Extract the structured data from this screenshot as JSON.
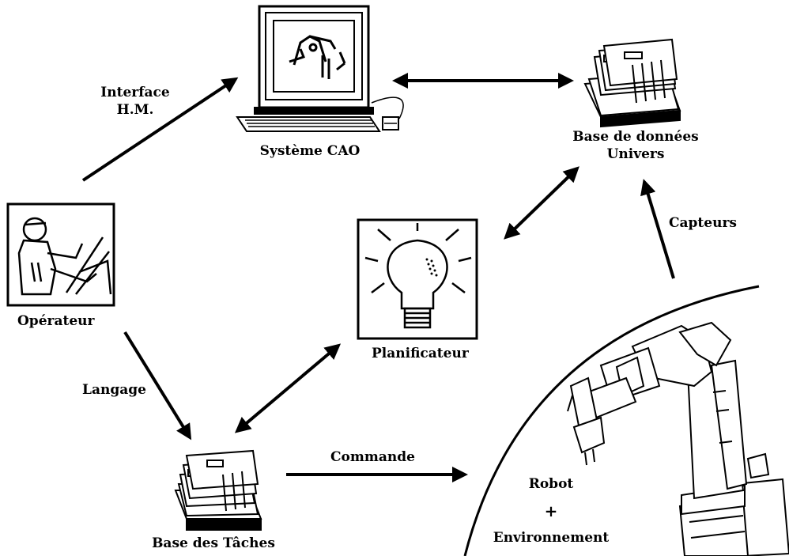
{
  "nodes": {
    "cad_system": {
      "label": "Système CAO",
      "icon": "computer-icon"
    },
    "world_database": {
      "label_line1": "Base de données",
      "label_line2": "Univers",
      "icon": "card-file-icon"
    },
    "operator": {
      "label": "Opérateur",
      "icon": "operator-icon"
    },
    "planner": {
      "label": "Planificateur",
      "icon": "lightbulb-icon"
    },
    "task_database": {
      "label": "Base des Tâches",
      "icon": "card-file-icon"
    },
    "robot_environment": {
      "label_line1": "Robot",
      "label_line2": "+",
      "label_line3": "Environnement",
      "icon": "robot-arm-icon"
    }
  },
  "edges": {
    "interface": {
      "label_line1": "Interface",
      "label_line2": "H.M."
    },
    "language": {
      "label": "Langage"
    },
    "command": {
      "label": "Commande"
    },
    "sensors": {
      "label": "Capteurs"
    }
  },
  "colors": {
    "ink": "#000000",
    "background": "#ffffff"
  }
}
